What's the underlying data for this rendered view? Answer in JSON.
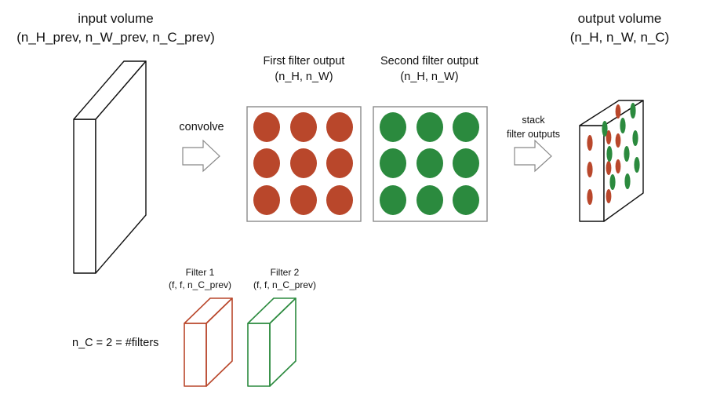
{
  "input_volume": {
    "title": "input volume",
    "shape": "(n_H_prev, n_W_prev, n_C_prev)"
  },
  "convolve_label": "convolve",
  "first_filter_output": {
    "title": "First filter output",
    "shape": "(n_H, n_W)"
  },
  "second_filter_output": {
    "title": "Second filter output",
    "shape": "(n_H, n_W)"
  },
  "stack_label": {
    "line1": "stack",
    "line2": "filter outputs"
  },
  "output_volume": {
    "title": "output volume",
    "shape": "(n_H, n_W, n_C)"
  },
  "filter1": {
    "title": "Filter 1",
    "shape": "(f, f, n_C_prev)"
  },
  "filter2": {
    "title": "Filter 2",
    "shape": "(f, f, n_C_prev)"
  },
  "nc_equation": "n_C = 2 = #filters",
  "colors": {
    "red": "#b9472b",
    "green": "#2b8a3e",
    "grid_border": "#8a8a8a",
    "outline": "#111111"
  }
}
